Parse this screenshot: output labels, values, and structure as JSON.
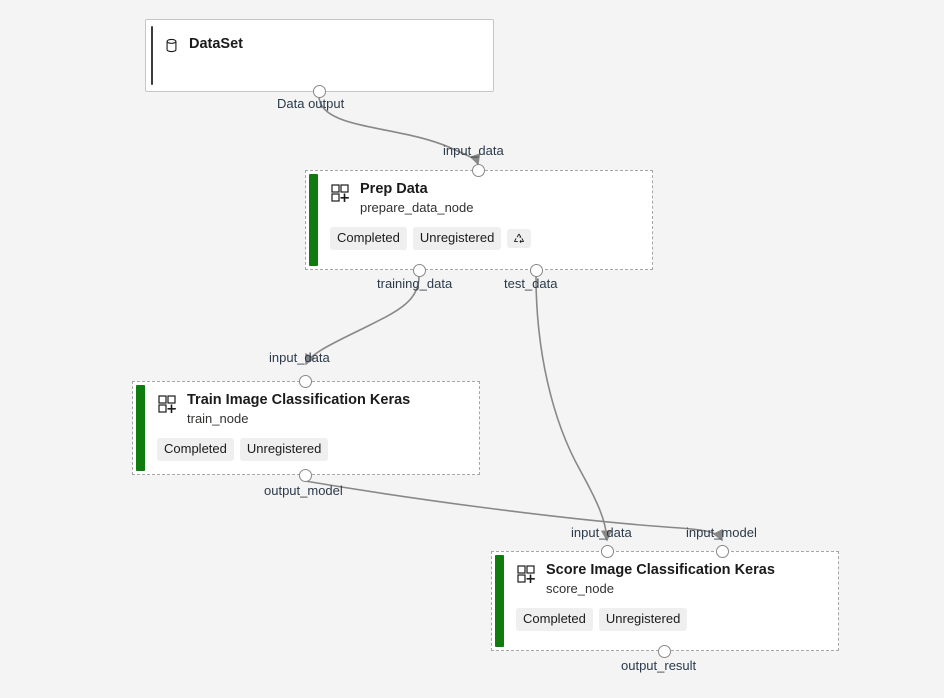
{
  "canvas": {
    "background": "#f4f4f4",
    "edge_color": "#8a8886",
    "accent_color": "#107c10",
    "dataset_accent_color": "#3b3b3b",
    "port_label_color": "#2b3a4a",
    "badge_bg": "#efefef"
  },
  "nodes": [
    {
      "id": "dataset",
      "icon": "database-cylinder-icon",
      "title": "DataSet",
      "subtitle": "",
      "badges": [],
      "reuse_icon": false
    },
    {
      "id": "prep",
      "icon": "module-grid-plus-icon",
      "title": "Prep Data",
      "subtitle": "prepare_data_node",
      "badges": [
        "Completed",
        "Unregistered"
      ],
      "reuse_icon": true,
      "reuse_icon_name": "recycle-reuse-icon"
    },
    {
      "id": "train",
      "icon": "module-grid-plus-icon",
      "title": "Train Image Classification Keras",
      "subtitle": "train_node",
      "badges": [
        "Completed",
        "Unregistered"
      ],
      "reuse_icon": false
    },
    {
      "id": "score",
      "icon": "module-grid-plus-icon",
      "title": "Score Image Classification Keras",
      "subtitle": "score_node",
      "badges": [
        "Completed",
        "Unregistered"
      ],
      "reuse_icon": false
    }
  ],
  "ports": [
    {
      "id": "dataset-out",
      "label": "Data output"
    },
    {
      "id": "prep-in",
      "label": "input_data"
    },
    {
      "id": "prep-out-train",
      "label": "training_data"
    },
    {
      "id": "prep-out-test",
      "label": "test_data"
    },
    {
      "id": "train-in",
      "label": "input_data"
    },
    {
      "id": "train-out",
      "label": "output_model"
    },
    {
      "id": "score-in-data",
      "label": "input_data"
    },
    {
      "id": "score-in-model",
      "label": "input_model"
    },
    {
      "id": "score-out",
      "label": "output_result"
    }
  ],
  "edges": [
    {
      "id": "e1",
      "from": "dataset-out",
      "to": "prep-in"
    },
    {
      "id": "e2",
      "from": "prep-out-train",
      "to": "train-in"
    },
    {
      "id": "e3",
      "from": "prep-out-test",
      "to": "score-in-data"
    },
    {
      "id": "e4",
      "from": "train-out",
      "to": "score-in-model"
    }
  ]
}
